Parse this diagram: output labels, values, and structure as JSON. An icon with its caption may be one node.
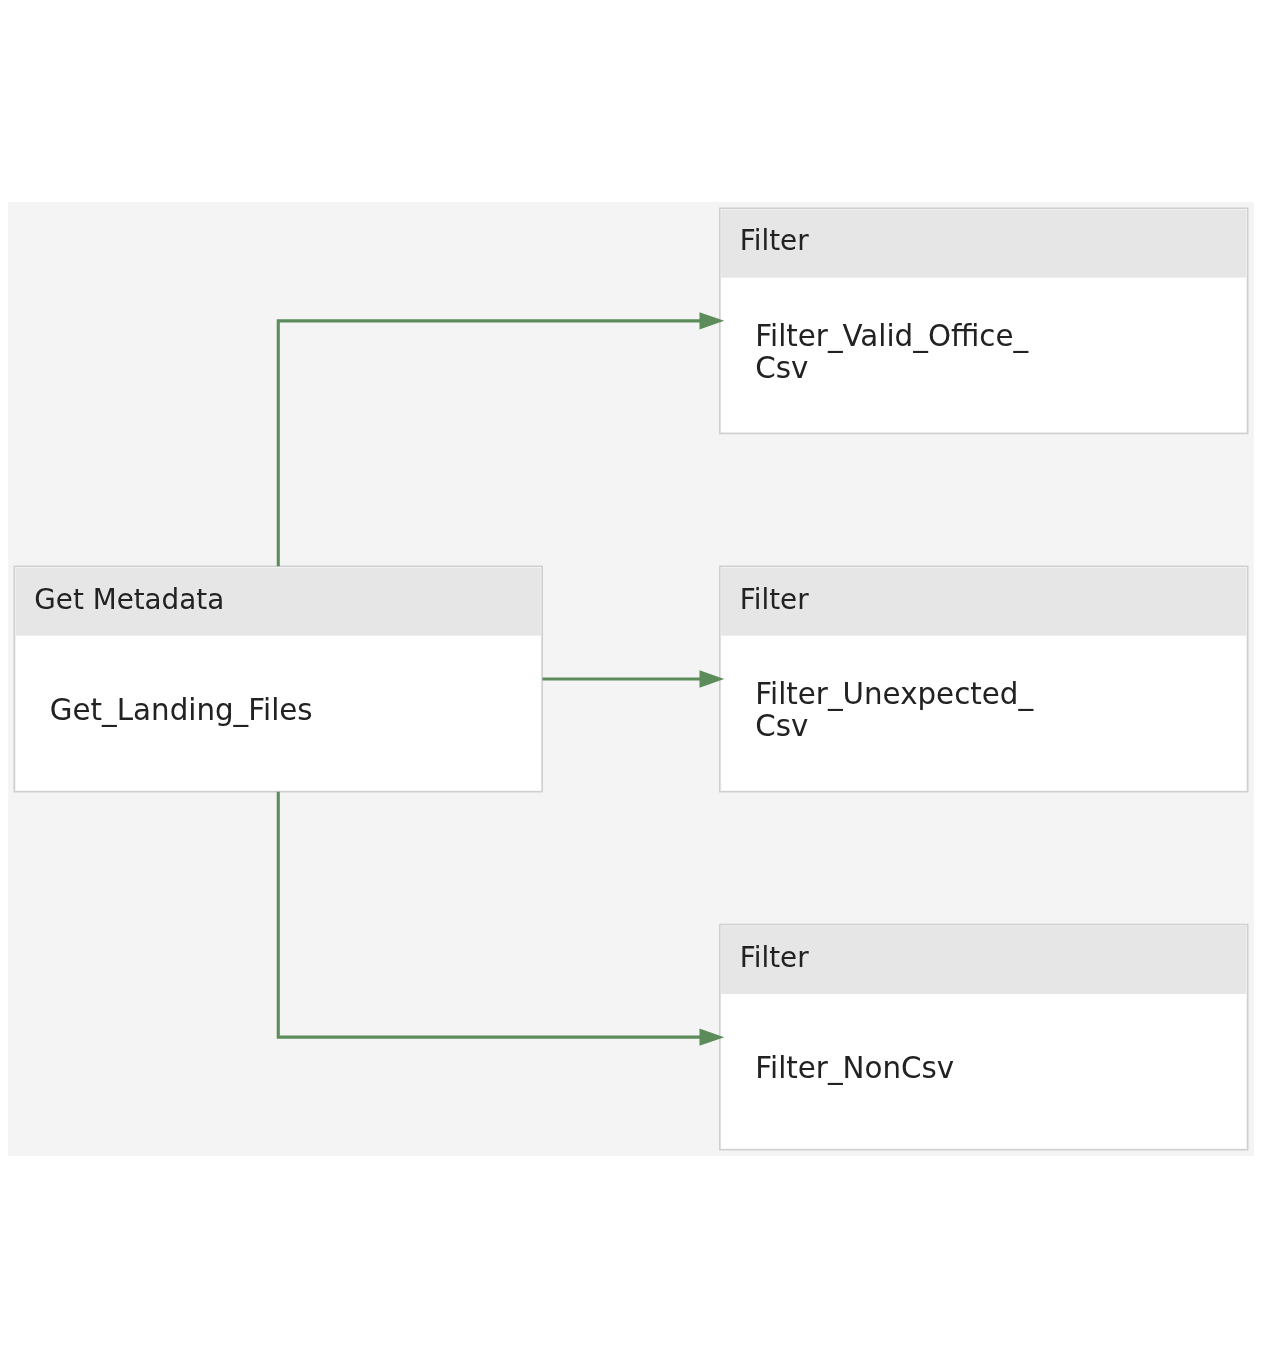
{
  "diagram": {
    "nodes": [
      {
        "text": [
          "Get Metadata",
          "Get_Landing_Files"
        ]
      },
      {
        "text": [
          "Filter",
          "Filter_Valid_Office_ Csv"
        ]
      },
      {
        "text": [
          "Filter",
          "Filter_Unexpected_ Csv"
        ]
      },
      {
        "text": [
          "Filter",
          "Filter_NonCsv"
        ]
      }
    ],
    "edges": [
      {
        "from": 0,
        "to": 1,
        "arrow": "to"
      },
      {
        "from": 0,
        "to": 2,
        "arrow": "to"
      },
      {
        "from": 0,
        "to": 3,
        "arrow": "to"
      }
    ]
  }
}
